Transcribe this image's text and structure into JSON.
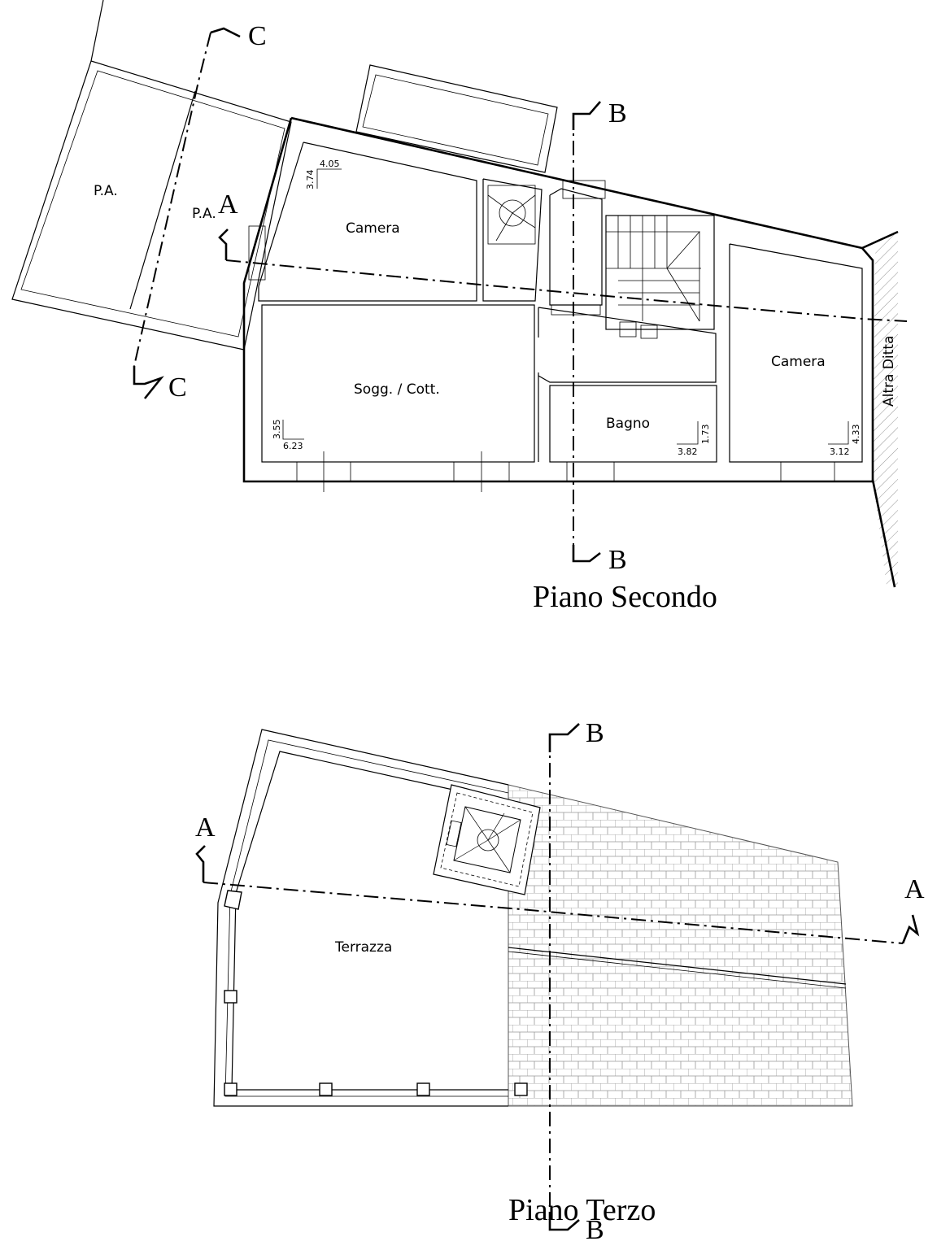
{
  "plans": {
    "second_floor": {
      "title": "Piano Secondo",
      "rooms": {
        "pa1": "P.A.",
        "pa2": "P.A.",
        "camera_left": "Camera",
        "soggiorno": "Sogg. / Cott.",
        "bagno": "Bagno",
        "camera_right": "Camera",
        "altra_ditta": "Altra Ditta"
      },
      "dims": {
        "camera_left_h": "3.74",
        "camera_left_w": "4.05",
        "soggiorno_h": "3.55",
        "soggiorno_w": "6.23",
        "bagno_h": "1.73",
        "bagno_w": "3.82",
        "camera_right_h": "4.33",
        "camera_right_w": "3.12"
      },
      "section_marks": {
        "c_top": "C",
        "c_bottom": "C",
        "b_top": "B",
        "b_bottom": "B",
        "a_left": "A"
      }
    },
    "third_floor": {
      "title": "Piano Terzo",
      "rooms": {
        "terrazza": "Terrazza"
      },
      "section_marks": {
        "b_top": "B",
        "b_bottom": "B",
        "a_left": "A",
        "a_right": "A"
      }
    }
  }
}
